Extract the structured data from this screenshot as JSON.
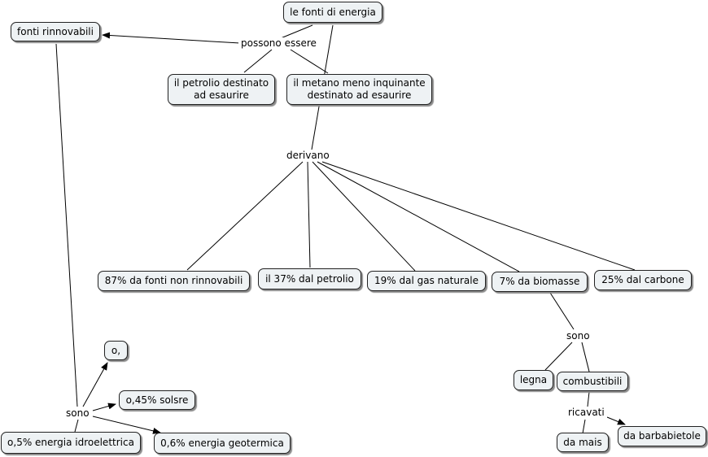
{
  "concepts": {
    "le_fonti": "le fonti di energia",
    "fonti_rinnovabili": "fonti rinnovabili",
    "petrolio_esaurire": "il petrolio destinato\nad esaurire",
    "metano": "il metano meno inquinante\ndestinato ad esaurire",
    "non_rinnovabili": "87% da fonti non rinnovabili",
    "petrolio_37": "il 37% dal petrolio",
    "gas_naturale": "19% dal gas naturale",
    "biomasse": "7% da biomasse",
    "carbone": "25% dal carbone",
    "legna": "legna",
    "combustibili": "combustibili",
    "mais": "da mais",
    "barbabietole": "da barbabietole",
    "o": "o,",
    "solsre": "o,45% solsre",
    "idroelettrica": "o,5% energia idroelettrica",
    "geotermica": "0,6% energia geotermica"
  },
  "linking_phrases": {
    "possono_essere": "possono essere",
    "derivano": "derivano",
    "sono_biomasse": "sono",
    "ricavati": "ricavati",
    "sono_rinnovabili": "sono"
  },
  "colors": {
    "node_fill": "#eef2f4",
    "node_border": "#222222",
    "line": "#000000"
  }
}
